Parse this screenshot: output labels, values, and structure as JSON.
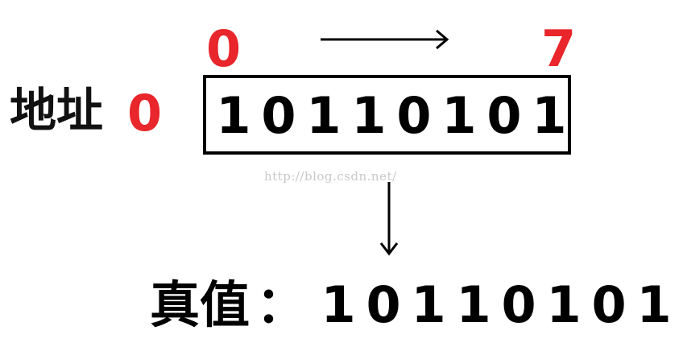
{
  "index_start": "0",
  "index_end": "7",
  "address_label": "地址",
  "address_number": "0",
  "bits": [
    "1",
    "0",
    "1",
    "1",
    "0",
    "1",
    "0",
    "1"
  ],
  "watermark": "http://blog.csdn.net/",
  "true_value": {
    "label": "真值",
    "colon": "：",
    "bits": [
      "1",
      "0",
      "1",
      "1",
      "0",
      "1",
      "0",
      "1"
    ]
  },
  "colors": {
    "accent_red": "#e8262b",
    "text": "#000000",
    "watermark": "#c8c8c8"
  }
}
